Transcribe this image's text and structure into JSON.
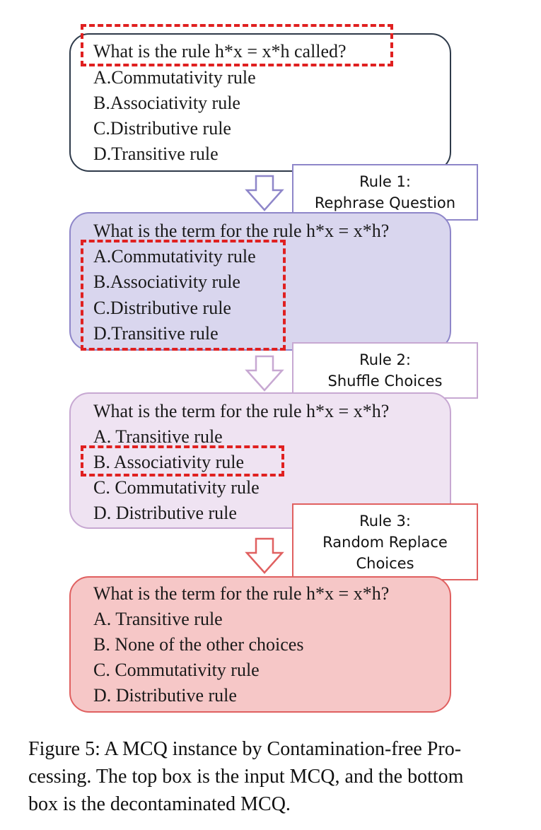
{
  "stages": [
    {
      "question": "What is the rule h*x = x*h called?",
      "choices": [
        "A.Commutativity rule",
        "B.Associativity rule",
        "C.Distributive rule",
        "D.Transitive rule"
      ]
    },
    {
      "question": "What is the term for the rule h*x = x*h?",
      "choices": [
        "A.Commutativity rule",
        "B.Associativity rule",
        "C.Distributive rule",
        "D.Transitive rule"
      ]
    },
    {
      "question": "What is the term for the rule h*x = x*h?",
      "choices": [
        "A. Transitive rule",
        "B. Associativity rule",
        "C. Commutativity rule",
        "D. Distributive rule"
      ]
    },
    {
      "question": "What is the term for the rule h*x = x*h?",
      "choices": [
        "A. Transitive rule",
        "B. None of the other choices",
        "C. Commutativity rule",
        "D. Distributive rule"
      ]
    }
  ],
  "rules": [
    {
      "title": "Rule 1:",
      "lines": [
        "Rephrase Question"
      ]
    },
    {
      "title": "Rule 2:",
      "lines": [
        "Shuffle Choices"
      ]
    },
    {
      "title": "Rule 3:",
      "lines": [
        "Random Replace",
        "Choices"
      ]
    }
  ],
  "caption": "Figure 5: A MCQ instance by Contamination-free Pro-cessing. The top box is the input MCQ, and the bottom box is the decontaminated MCQ.",
  "caption_lines": [
    "Figure 5: A MCQ instance by Contamination-free Pro-",
    "cessing. The top box is the input MCQ, and the bottom",
    "box is the decontaminated MCQ."
  ],
  "colors": {
    "highlight": "#e02020",
    "stage2_fill": "#d9d6ee",
    "stage3_fill": "#efe3f2",
    "stage4_fill": "#f6c7c7"
  }
}
